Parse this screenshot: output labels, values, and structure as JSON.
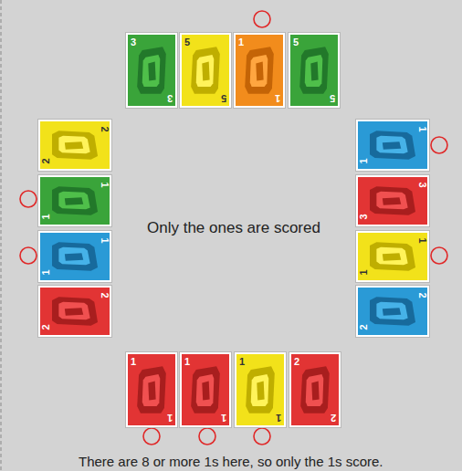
{
  "diagram": {
    "caption": "There are 8 or more 1s here, so only the 1s score.",
    "nodes": [
      {
        "text": [
          "3",
          "3"
        ]
      },
      {
        "text": [
          "5",
          "5"
        ]
      },
      {
        "text": [
          "1",
          "1"
        ]
      },
      {
        "text": [
          "5",
          "5"
        ]
      },
      {
        "text": [
          "2",
          "2"
        ]
      },
      {
        "text": [
          "1",
          "1"
        ]
      },
      {
        "text": [
          "1",
          "1"
        ]
      },
      {
        "text": [
          "2",
          "2"
        ]
      },
      {
        "text": [
          "1",
          "1"
        ]
      },
      {
        "text": [
          "3",
          "3"
        ]
      },
      {
        "text": [
          "1",
          "1"
        ]
      },
      {
        "text": [
          "2",
          "2"
        ]
      },
      {
        "text": [
          "1",
          "1"
        ]
      },
      {
        "text": [
          "1",
          "1"
        ]
      },
      {
        "text": [
          "1",
          "1"
        ]
      },
      {
        "text": [
          "2",
          "2"
        ]
      }
    ],
    "labels": [
      "Only the ones are scored"
    ]
  }
}
